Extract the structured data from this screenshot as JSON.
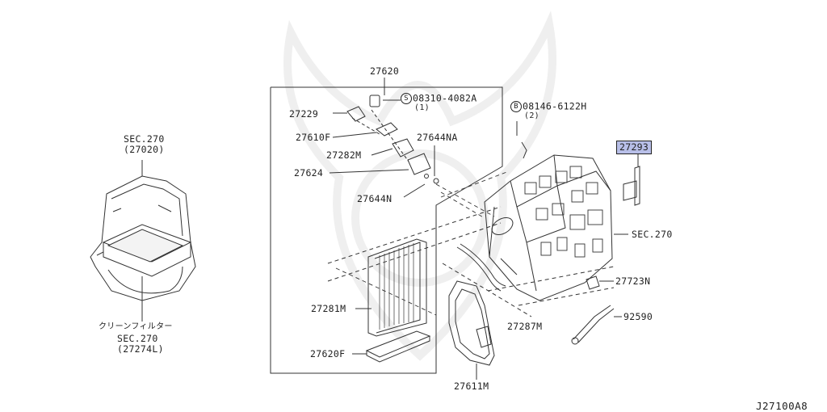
{
  "diagram_id": "J27100A8",
  "labels": {
    "p27620": "27620",
    "bolt_code": "08310-4082A",
    "bolt_qty": "(1)",
    "p27229": "27229",
    "p27610F": "27610F",
    "p27644NA": "27644NA",
    "p27282M": "27282M",
    "p27624": "27624",
    "p27644N": "27644N",
    "p27281M": "27281M",
    "p27620F": "27620F",
    "screw_code": "08146-6122H",
    "screw_qty": "(2)",
    "p27293": "27293",
    "sec270_right": "SEC.270",
    "p27723N": "27723N",
    "p92590": "92590",
    "p27287M": "27287M",
    "p27611M": "27611M",
    "sec270_top": "SEC.270",
    "sec270_top_sub": "(27020)",
    "filter_jp": "クリーンフィルター",
    "sec270_bottom": "SEC.270",
    "sec270_bottom_sub": "(27274L)"
  },
  "symbols": {
    "bolt": "S",
    "screw": "B"
  },
  "colors": {
    "highlight": "#b8bfe8",
    "line": "#333333",
    "watermark": "#f0f0f0"
  }
}
